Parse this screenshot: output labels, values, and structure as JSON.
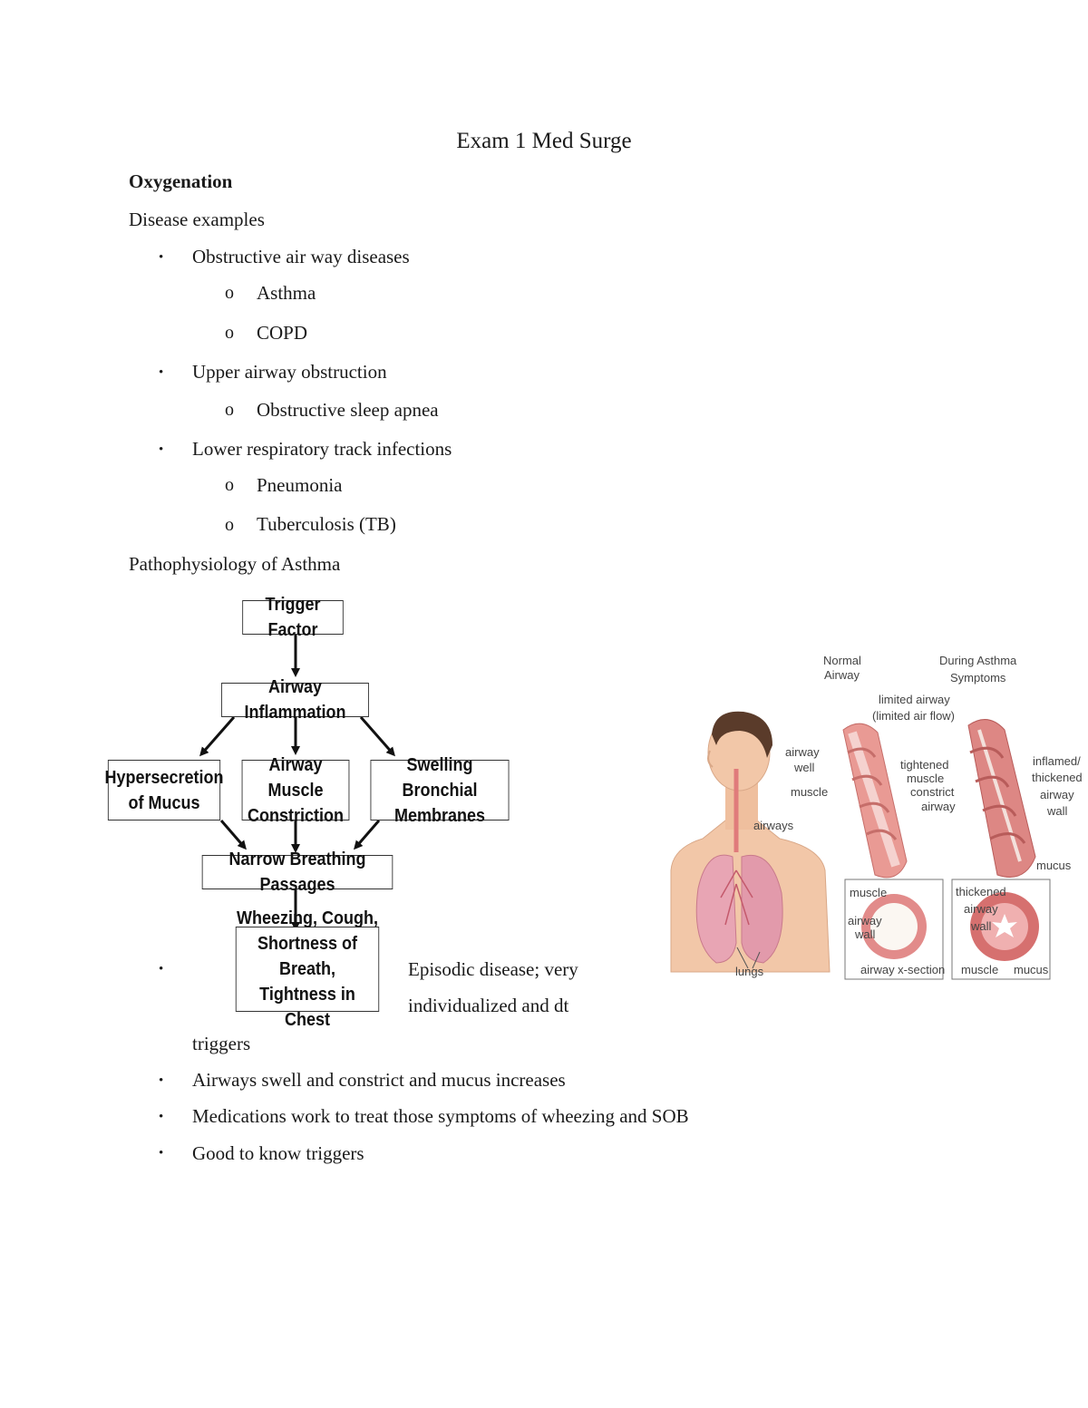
{
  "doc": {
    "title": "Exam 1 Med Surge",
    "section": "Oxygenation",
    "disease_label": "Disease examples",
    "disease_list": [
      {
        "label": "Obstructive air way diseases",
        "subs": [
          "Asthma",
          "COPD"
        ]
      },
      {
        "label": "Upper airway obstruction",
        "subs": [
          "Obstructive sleep apnea"
        ]
      },
      {
        "label": "Lower respiratory track infections",
        "subs": [
          "Pneumonia",
          "Tuberculosis (TB)"
        ]
      }
    ],
    "patho_label": "Pathophysiology of Asthma",
    "bullet_marker": "•",
    "sub_marker": "o",
    "notes": {
      "episodic_1": "Episodic disease; very",
      "episodic_2": "individualized and dt",
      "episodic_3": "triggers",
      "airways": "Airways swell and constrict and mucus increases",
      "medications": "Medications work to treat those symptoms of wheezing and SOB",
      "triggers": "Good to know triggers"
    }
  },
  "flowchart": {
    "trigger": "Trigger Factor",
    "inflammation": "Airway Inflammation",
    "hyper_1": "Hypersecretion",
    "hyper_2": "of Mucus",
    "muscle_1": "Airway Muscle",
    "muscle_2": "Constriction",
    "swelling_1": "Swelling Bronchial",
    "swelling_2": "Membranes",
    "narrow": "Narrow Breathing Passages",
    "symptoms_1": "Wheezing, Cough,",
    "symptoms_2": "Shortness of Breath,",
    "symptoms_3": "Tightness in Chest"
  },
  "illustration": {
    "normal_1": "Normal",
    "normal_2": "Airway",
    "during_1": "During Asthma",
    "during_2": "Symptoms",
    "limited_1": "limited airway",
    "limited_2": "(limited air flow)",
    "airway_well_1": "airway",
    "airway_well_2": "well",
    "muscle": "muscle",
    "tightened_1": "tightened",
    "tightened_2": "muscle",
    "tightened_3": "constrict",
    "tightened_4": "airway",
    "inflamed_1": "inflamed/",
    "inflamed_2": "thickened",
    "inflamed_3": "airway",
    "inflamed_4": "wall",
    "airways": "airways",
    "mucus": "mucus",
    "xs_muscle": "muscle",
    "xs_wall_1": "airway",
    "xs_wall_2": "wall",
    "xs_section": "airway x-section",
    "thick_1": "thickened",
    "thick_2": "airway",
    "thick_3": "wall",
    "muscle2": "muscle",
    "mucus2": "mucus",
    "lungs": "lungs"
  }
}
